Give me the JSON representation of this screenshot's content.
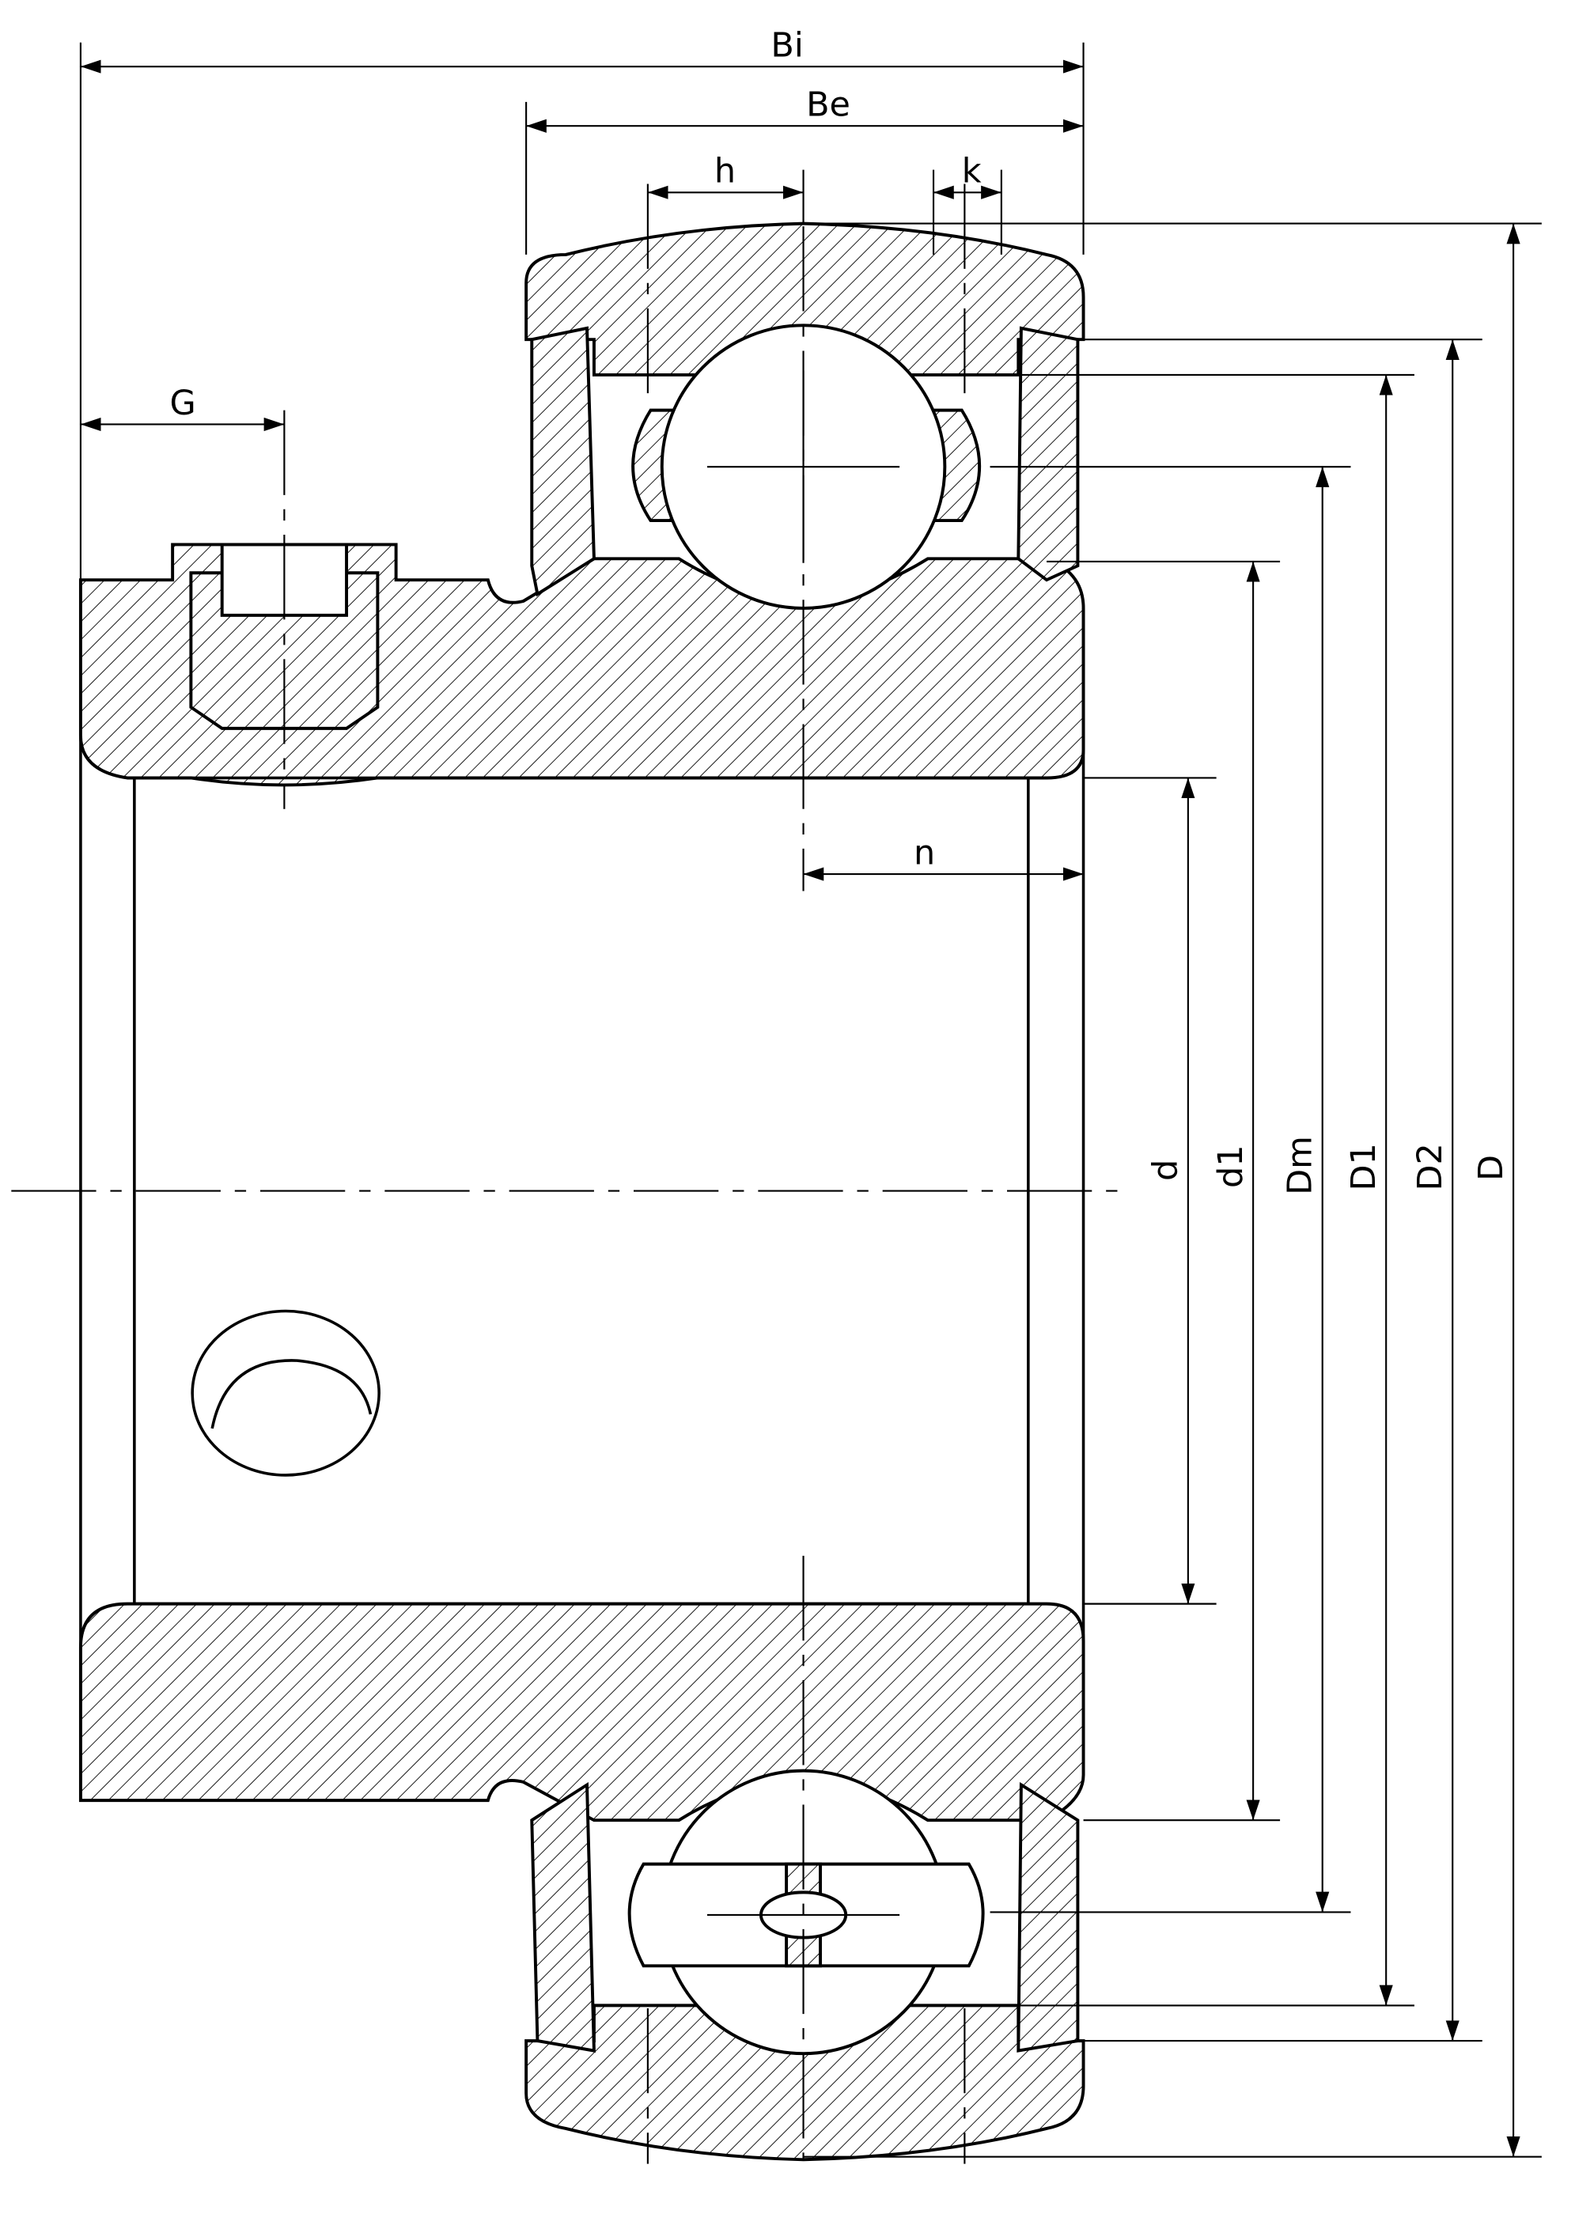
{
  "title": "Insert bearing cross-section with dimensions",
  "labels": {
    "Bi": "Bi",
    "Be": "Be",
    "h": "h",
    "k": "k",
    "G": "G",
    "n": "n",
    "d": "d",
    "d1": "d1",
    "Dm": "Dm",
    "D1": "D1",
    "D2": "D2",
    "D": "D"
  }
}
